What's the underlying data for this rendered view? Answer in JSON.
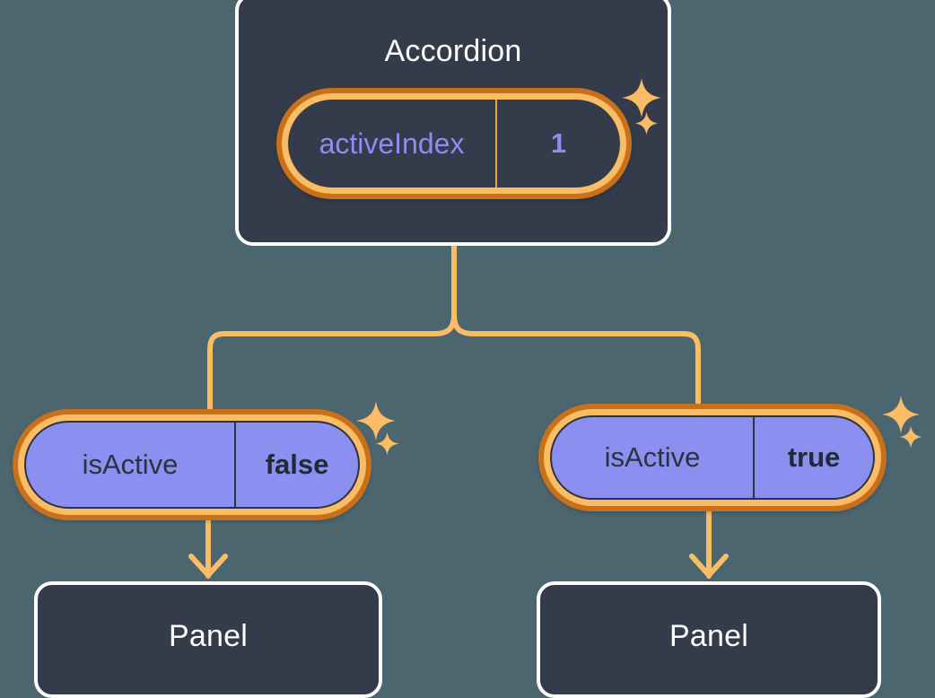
{
  "palette": {
    "background": "#4c6670",
    "box_fill": "#343b4a",
    "box_border": "#ffffff",
    "ring_outer": "#c9701a",
    "ring_inner": "#fabc64",
    "connector": "#fabc64",
    "pill_purple_fill": "#8b8ff0",
    "text_light": "#ffffff",
    "text_periwinkle": "#8b8ef0",
    "text_dark": "#2b3340",
    "sparkle": "#fabc64"
  },
  "diagram": {
    "type": "component-state-tree",
    "root": {
      "title": "Accordion",
      "state": {
        "key": "activeIndex",
        "value": "1"
      },
      "highlighted": true,
      "sparkle_icons": [
        "sparkle-large-icon",
        "sparkle-small-icon"
      ]
    },
    "branches": [
      {
        "id": "left",
        "prop": {
          "key": "isActive",
          "value": "false"
        },
        "highlighted": true,
        "sparkle_icons": [
          "sparkle-large-icon",
          "sparkle-small-icon"
        ],
        "child": {
          "title": "Panel"
        },
        "arrow_icon": "arrow-down-icon"
      },
      {
        "id": "right",
        "prop": {
          "key": "isActive",
          "value": "true"
        },
        "highlighted": true,
        "sparkle_icons": [
          "sparkle-large-icon",
          "sparkle-small-icon"
        ],
        "child": {
          "title": "Panel"
        },
        "arrow_icon": "arrow-down-icon"
      }
    ]
  }
}
